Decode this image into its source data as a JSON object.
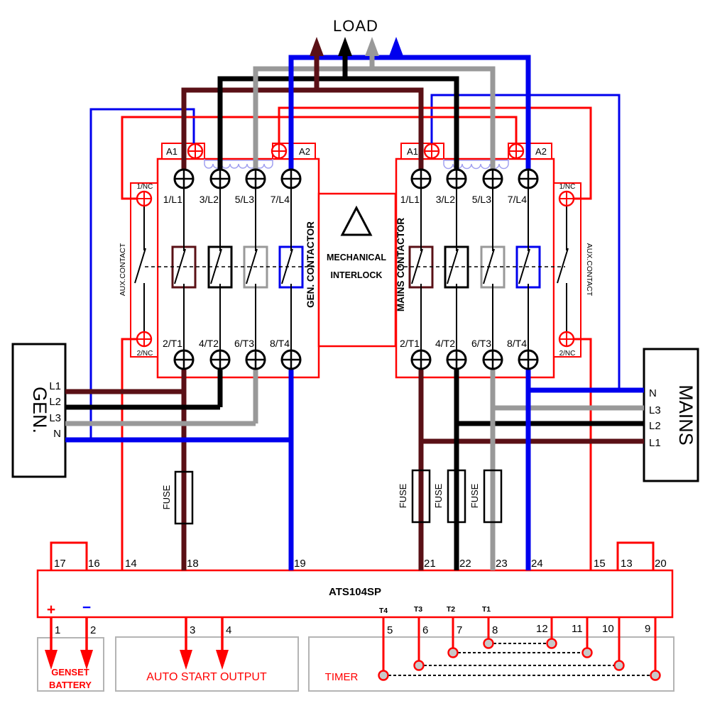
{
  "palette": {
    "wire_red": "#ff0000",
    "wire_dark_red": "#5a1016",
    "wire_black": "#000000",
    "wire_gray": "#999999",
    "wire_blue": "#0000ee",
    "coil_blue": "#a0a0f0",
    "outline_gray": "#b4b4b4",
    "timer_node_fill": "#c8c8c8"
  },
  "load": {
    "label": "LOAD"
  },
  "contactors": {
    "coil_a1": "A1",
    "coil_a2": "A2",
    "top_terminals": [
      "1/L1",
      "3/L2",
      "5/L3",
      "7/L4"
    ],
    "bottom_terminals": [
      "2/T1",
      "4/T2",
      "6/T3",
      "8/T4"
    ],
    "gen_label": "GEN. CONTACTOR",
    "mains_label": "MAINS CONTACTOR"
  },
  "interlock": {
    "line1": "MECHANICAL",
    "line2": "INTERLOCK"
  },
  "aux_contact": {
    "label": "AUX.CONTACT",
    "top": "1/NC",
    "bottom": "2/NC"
  },
  "gen_source": {
    "title": "GEN.",
    "terminals": [
      "L1",
      "L2",
      "L3",
      "N"
    ]
  },
  "mains_source": {
    "title": "MAINS",
    "terminals": [
      "N",
      "L3",
      "L2",
      "L1"
    ]
  },
  "fuse": {
    "label": "FUSE"
  },
  "controller": {
    "model": "ATS104SP",
    "plus": "+",
    "minus": "−",
    "top_terminals": [
      "17",
      "16",
      "14",
      "18",
      "19",
      "21",
      "22",
      "23",
      "24",
      "15",
      "13",
      "20"
    ],
    "bottom_terminals": [
      "1",
      "2",
      "3",
      "4",
      "5",
      "6",
      "7",
      "8",
      "12",
      "11",
      "10",
      "9"
    ],
    "transfer_labels": [
      "T4",
      "T3",
      "T2",
      "T1"
    ]
  },
  "outputs": {
    "battery_line1": "GENSET",
    "battery_line2": "BATTERY",
    "auto_start": "AUTO START OUTPUT",
    "timer": "TIMER"
  }
}
